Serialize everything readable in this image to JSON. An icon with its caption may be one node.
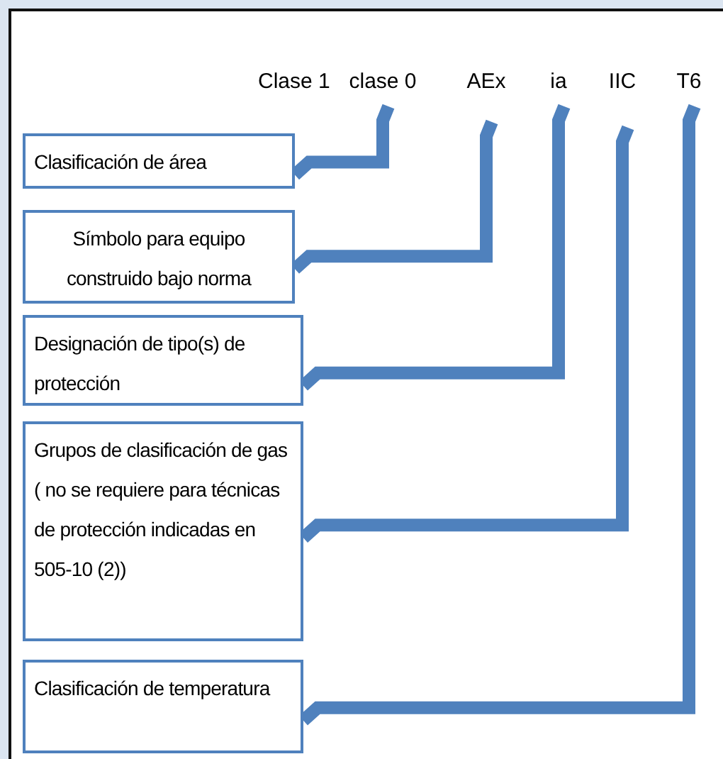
{
  "diagram": {
    "nodes": [
      {
        "text": [
          "clase 0"
        ]
      },
      {
        "text": [
          "AEx"
        ]
      },
      {
        "text": [
          "ia"
        ]
      },
      {
        "text": [
          "IIC"
        ]
      },
      {
        "text": [
          "T6"
        ]
      },
      {
        "text": [
          "Clasificación de área"
        ]
      },
      {
        "text": [
          "Símbolo para equipo construido bajo norma"
        ]
      },
      {
        "text": [
          "Designación de tipo(s) de protección"
        ]
      },
      {
        "text": [
          "Grupos de clasificación de gas ( no se requiere para técnicas de protección indicadas en 505-10 (2))"
        ]
      },
      {
        "text": [
          "Clasificación de temperatura"
        ]
      }
    ],
    "edges": [
      {
        "from": 5,
        "to": 0,
        "arrow": "none"
      },
      {
        "from": 6,
        "to": 1,
        "arrow": "none"
      },
      {
        "from": 7,
        "to": 2,
        "arrow": "none"
      },
      {
        "from": 8,
        "to": 3,
        "arrow": "none"
      },
      {
        "from": 9,
        "to": 4,
        "arrow": "none"
      }
    ],
    "labels": [
      "Clase 1"
    ]
  }
}
